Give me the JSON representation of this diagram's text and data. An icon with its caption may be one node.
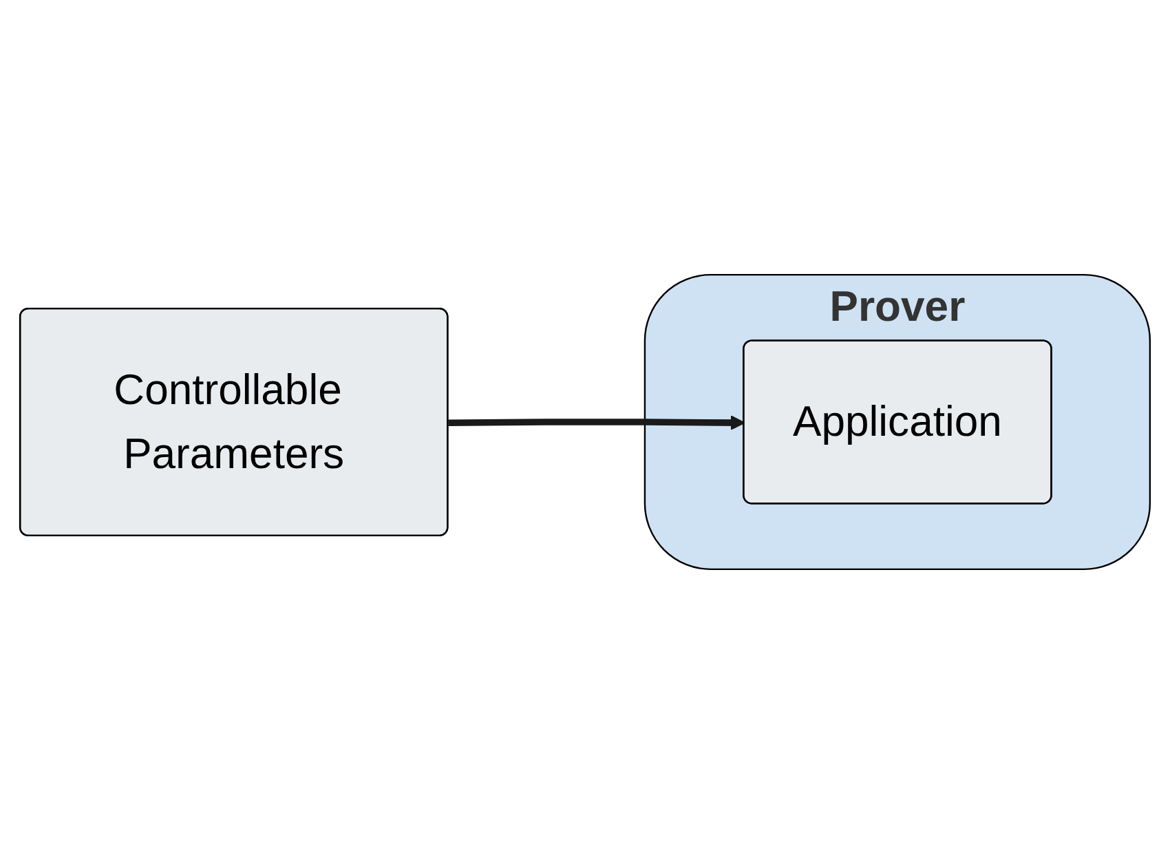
{
  "diagram": {
    "nodes": [
      {
        "text": [
          "Prover"
        ]
      },
      {
        "text": [
          "Controllable Parameters"
        ]
      },
      {
        "text": [
          "Application"
        ],
        "in": 0
      }
    ],
    "edges": [
      {
        "from": 1,
        "to": 2,
        "arrow": "to"
      }
    ]
  }
}
